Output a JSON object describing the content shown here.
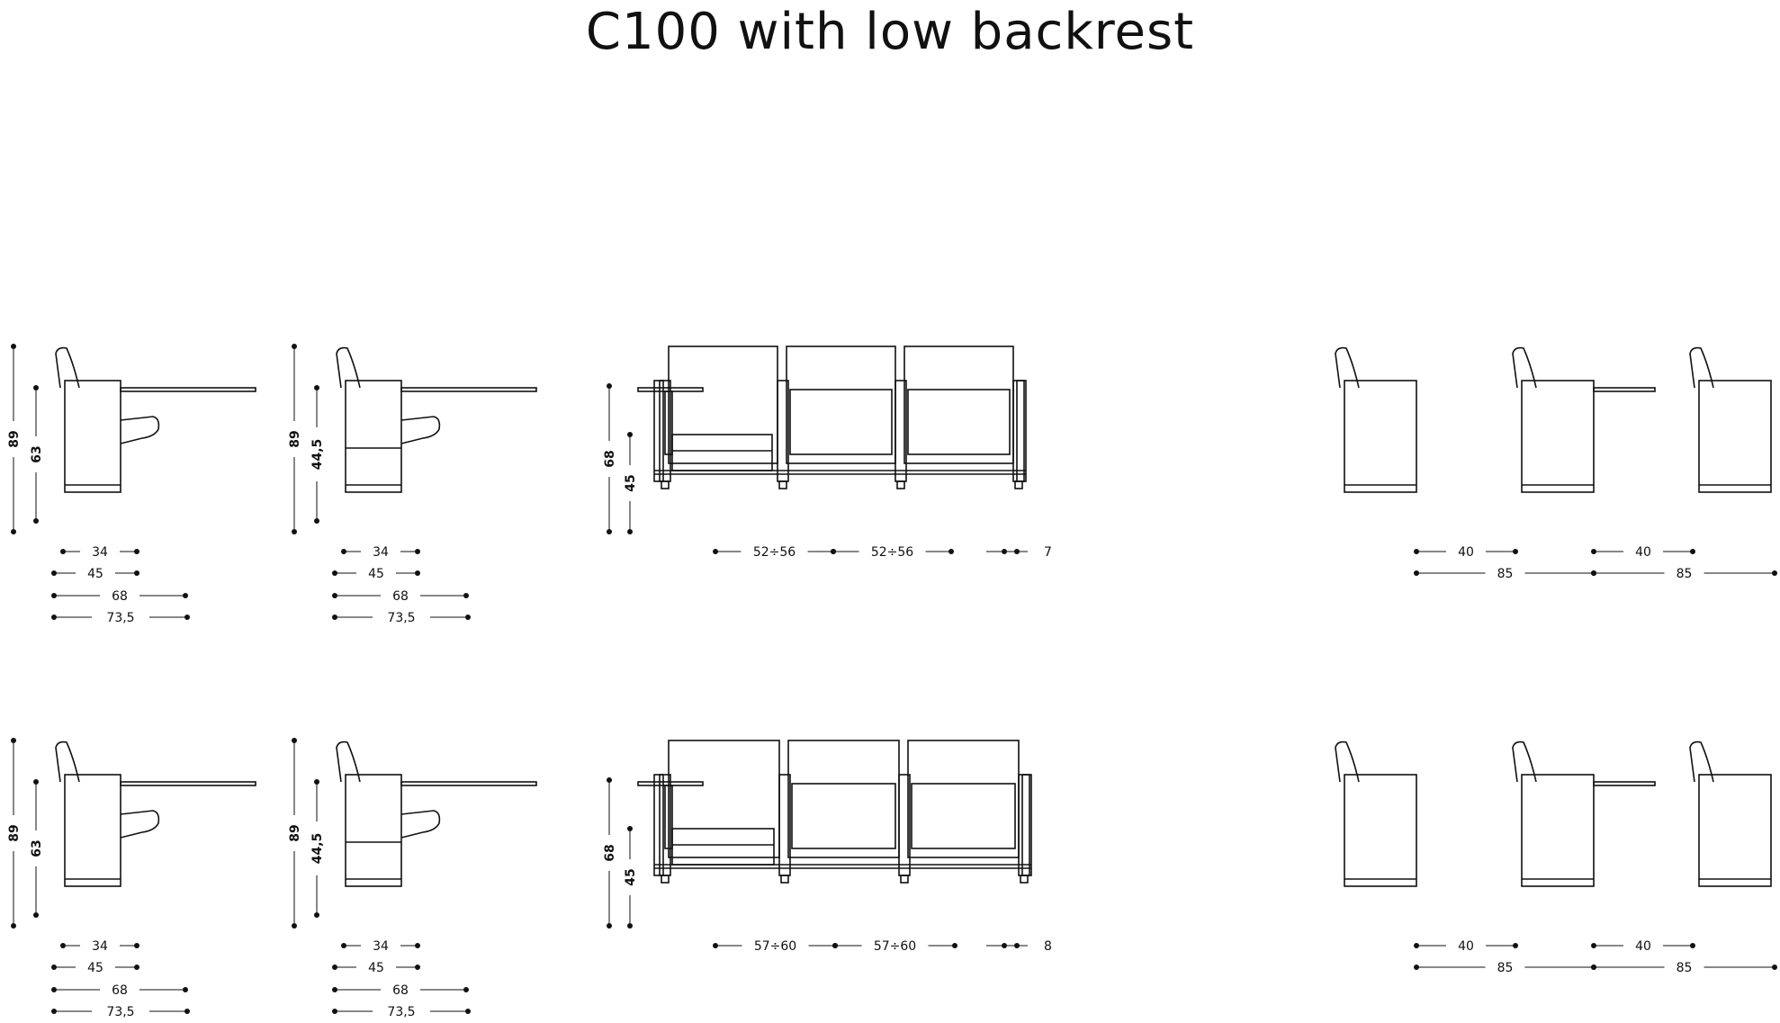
{
  "title": "C100 with low backrest",
  "rows": [
    {
      "side_a": {
        "heights": [
          "89",
          "63"
        ],
        "widths": [
          "34",
          "45",
          "68",
          "73,5"
        ]
      },
      "side_b": {
        "heights": [
          "89",
          "44,5"
        ],
        "widths": [
          "34",
          "45",
          "68",
          "73,5"
        ]
      },
      "front": {
        "heights": [
          "68",
          "45"
        ],
        "widths": [
          "52÷56",
          "52÷56",
          "7"
        ]
      },
      "rear": {
        "widths": [
          "40",
          "40",
          "85",
          "85"
        ]
      }
    },
    {
      "side_a": {
        "heights": [
          "89",
          "63"
        ],
        "widths": [
          "34",
          "45",
          "68",
          "73,5"
        ]
      },
      "side_b": {
        "heights": [
          "89",
          "44,5"
        ],
        "widths": [
          "34",
          "45",
          "68",
          "73,5"
        ]
      },
      "front": {
        "heights": [
          "68",
          "45"
        ],
        "widths": [
          "57÷60",
          "57÷60",
          "8"
        ]
      },
      "rear": {
        "widths": [
          "40",
          "40",
          "85",
          "85"
        ]
      }
    }
  ]
}
